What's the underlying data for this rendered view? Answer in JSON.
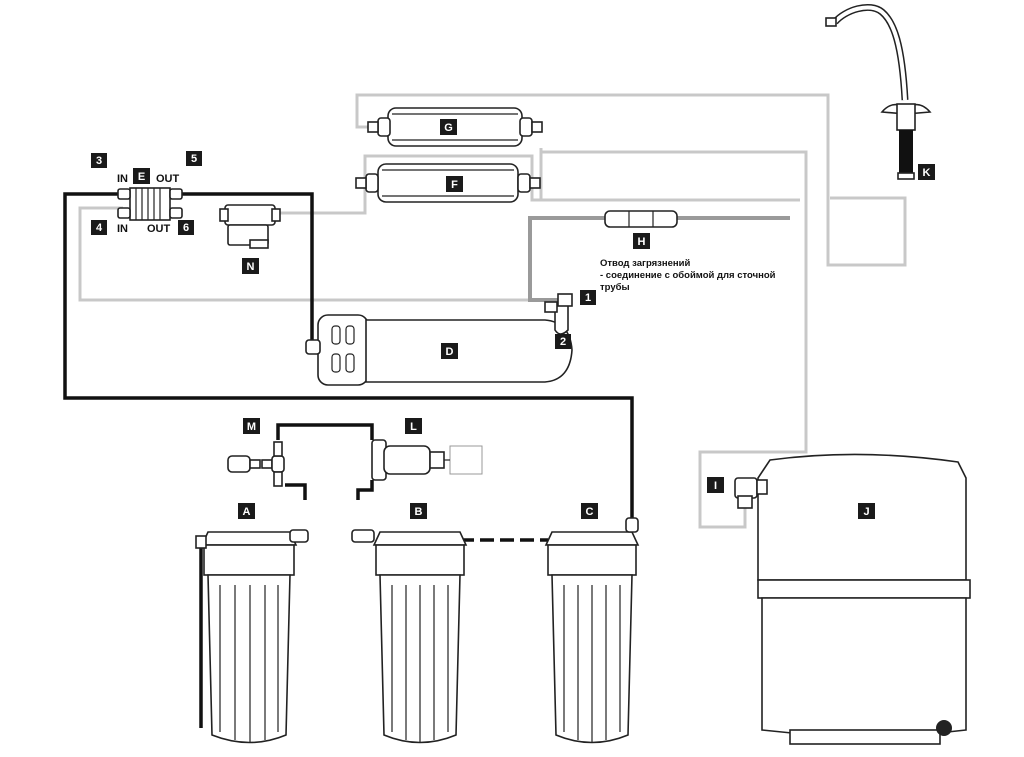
{
  "labels": {
    "A": "A",
    "B": "B",
    "C": "C",
    "D": "D",
    "E": "E",
    "F": "F",
    "G": "G",
    "H": "H",
    "I": "I",
    "J": "J",
    "K": "K",
    "L": "L",
    "M": "M",
    "N": "N"
  },
  "ports": {
    "n1": "1",
    "n2": "2",
    "n3": "3",
    "n4": "4",
    "n5": "5",
    "n6": "6",
    "in_top": "IN",
    "out_top": "OUT",
    "in_bottom": "IN",
    "out_bottom": "OUT"
  },
  "drain_note": {
    "line1": "Отвод загрязнений",
    "line2": "- соединение с обоймой для сточной",
    "line3": "трубы"
  },
  "colors": {
    "tag_fill": "#1a1a1a",
    "pipe_gray": "#c8c8c8",
    "pipe_drain": "#9a9a9a",
    "pipe_black": "#111111"
  }
}
